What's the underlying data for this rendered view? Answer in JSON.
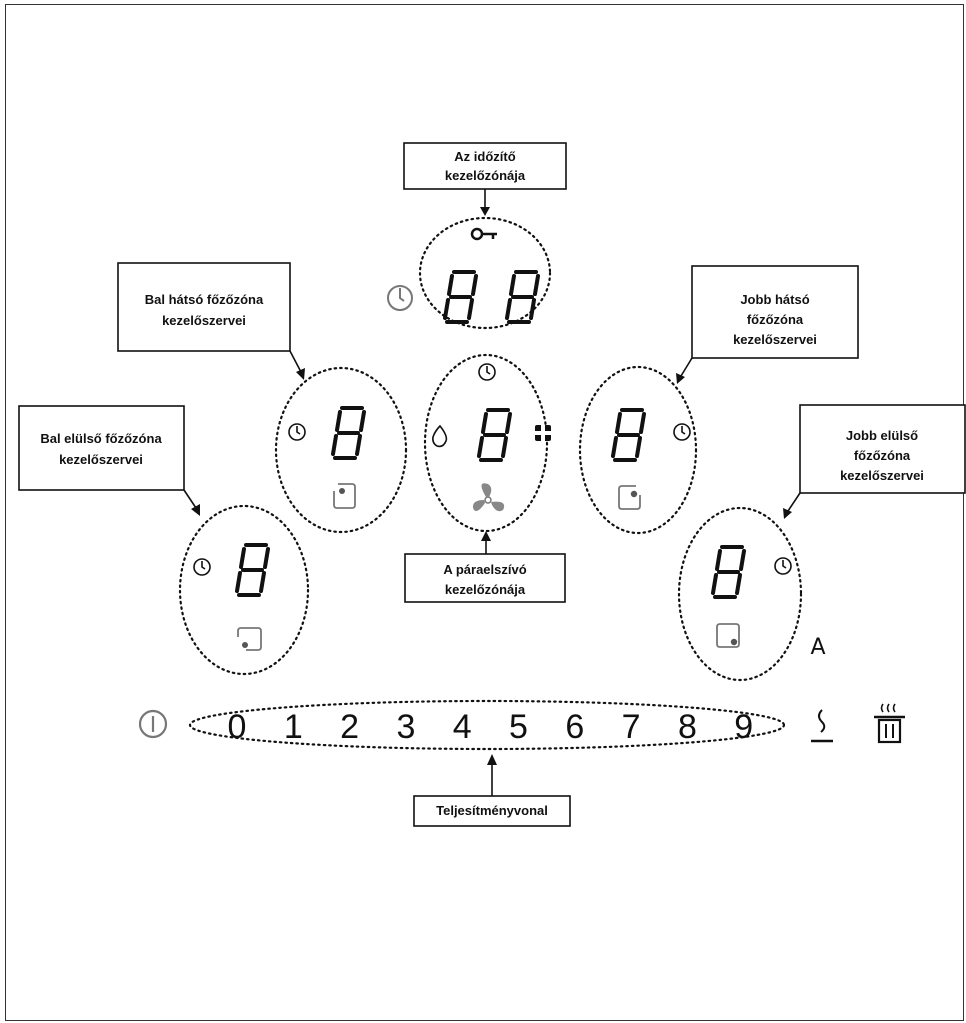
{
  "labels": {
    "timer_zone": [
      "Az időzítő",
      "kezelőzónája"
    ],
    "left_rear": [
      "Bal hátsó főzőzóna",
      "kezelőszervei"
    ],
    "left_front": [
      "Bal elülső főzőzóna",
      "kezelőszervei"
    ],
    "right_rear": [
      "Jobb hátsó",
      "főzőzóna",
      "kezelőszervei"
    ],
    "right_front": [
      "Jobb elülső",
      "főzőzóna",
      "kezelőszervei"
    ],
    "hood_zone": [
      "A páraelszívó",
      "kezelőzónája"
    ],
    "power_bar": "Teljesítményvonal"
  },
  "power_levels": [
    "0",
    "1",
    "2",
    "3",
    "4",
    "5",
    "6",
    "7",
    "8",
    "9"
  ],
  "auto_mark": "A",
  "icons": [
    "key-icon",
    "clock-icon",
    "drop-icon",
    "fan-icon",
    "grease-filter-icon",
    "power-icon",
    "warm-icon",
    "pot-icon",
    "zone-select-icon"
  ]
}
